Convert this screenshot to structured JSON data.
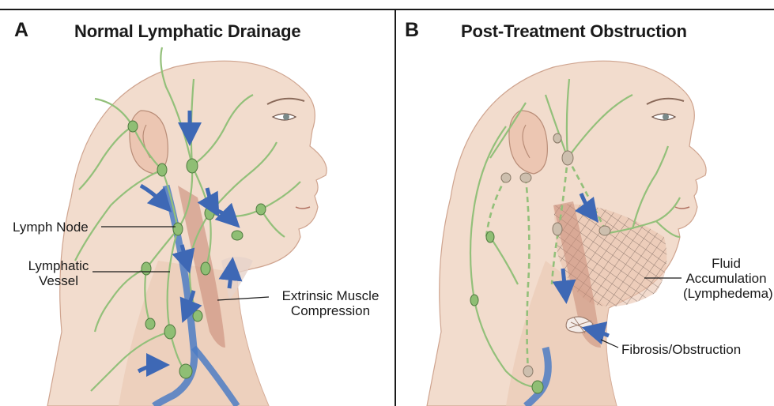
{
  "panels": [
    {
      "letter": "A",
      "title": "Normal Lymphatic Drainage",
      "labels": {
        "lymph_node": "Lymph Node",
        "lymphatic_vessel_line1": "Lymphatic",
        "lymphatic_vessel_line2": "Vessel",
        "muscle_line1": "Extrinsic Muscle",
        "muscle_line2": "Compression"
      }
    },
    {
      "letter": "B",
      "title": "Post-Treatment Obstruction",
      "labels": {
        "fluid_line1": "Fluid",
        "fluid_line2": "Accumulation",
        "fluid_line3": "(Lymphedema)",
        "fibrosis": "Fibrosis/Obstruction"
      }
    }
  ],
  "colors": {
    "skin": "#f2dccd",
    "skin_shadow": "#e2bba6",
    "lymph": "#93c07a",
    "lymph_dark": "#4e7a3e",
    "arrow": "#3e68b5",
    "vein": "#4c7cc4",
    "muscle": "#c98c78",
    "divider": "#1a1a1a"
  }
}
